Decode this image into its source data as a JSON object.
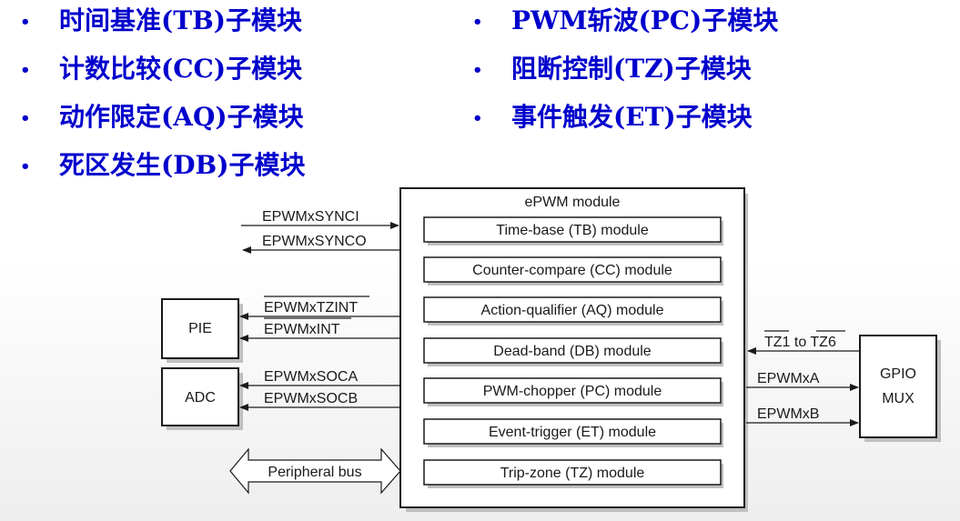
{
  "bullets_left": [
    "时间基准(TB)子模块",
    "计数比较(CC)子模块",
    "动作限定(AQ)子模块",
    "死区发生(DB)子模块"
  ],
  "bullets_right": [
    "PWM斩波(PC)子模块",
    "阻断控制(TZ)子模块",
    "事件触发(ET)子模块"
  ],
  "bullet_symbol": "•",
  "diagram": {
    "module_title": "ePWM module",
    "submodules": [
      "Time-base (TB) module",
      "Counter-compare (CC) module",
      "Action-qualifier (AQ) module",
      "Dead-band (DB) module",
      "PWM-chopper (PC) module",
      "Event-trigger (ET) module",
      "Trip-zone (TZ) module"
    ],
    "signals": {
      "synci": "EPWMxSYNCI",
      "synco": "EPWMxSYNCO",
      "tzint": "EPWMxTZINT",
      "int": "EPWMxINT",
      "soca": "EPWMxSOCA",
      "socb": "EPWMxSOCB",
      "bus": "Peripheral bus",
      "tz1": "TZ1",
      "tz_to": " to ",
      "tz6": "TZ6",
      "epwma": "EPWMxA",
      "epwmb": "EPWMxB"
    },
    "blocks": {
      "pie": "PIE",
      "adc": "ADC",
      "gpio_line1": "GPIO",
      "gpio_line2": "MUX"
    }
  },
  "colors": {
    "bullet_text": "#0000cc",
    "line": "#1a1a1a",
    "box_shadow": "#bfbfbf"
  }
}
